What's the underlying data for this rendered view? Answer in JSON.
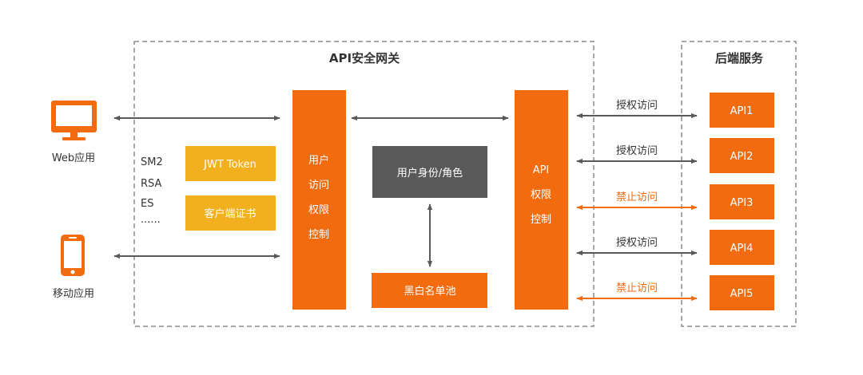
{
  "colors": {
    "orange": "#f26b0f",
    "yellow": "#f2b01e",
    "dark_gray": "#595959",
    "gray_line": "#595959",
    "dashed_border": "#8c8c8c",
    "text": "#333333",
    "white": "#ffffff"
  },
  "clients": {
    "web": {
      "icon": "monitor-icon",
      "label": "Web应用"
    },
    "mobile": {
      "icon": "smartphone-icon",
      "label": "移动应用"
    }
  },
  "gateway": {
    "title": "API安全网关",
    "algorithms": [
      "SM2",
      "RSA",
      "ES",
      "......"
    ],
    "jwt_token": "JWT Token",
    "client_cert": "客户端证书",
    "user_access_control": [
      "用户",
      "访问",
      "权限",
      "控制"
    ],
    "user_identity_role": "用户身份/角色",
    "blacklist_pool": "黑白名单池",
    "api_permission_control": [
      "API",
      "权限",
      "控制"
    ]
  },
  "backend": {
    "title": "后端服务",
    "apis": [
      {
        "name": "API1",
        "access": "授权访问",
        "allowed": true
      },
      {
        "name": "API2",
        "access": "授权访问",
        "allowed": true
      },
      {
        "name": "API3",
        "access": "禁止访问",
        "allowed": false
      },
      {
        "name": "API4",
        "access": "授权访问",
        "allowed": true
      },
      {
        "name": "API5",
        "access": "禁止访问",
        "allowed": false
      }
    ]
  }
}
